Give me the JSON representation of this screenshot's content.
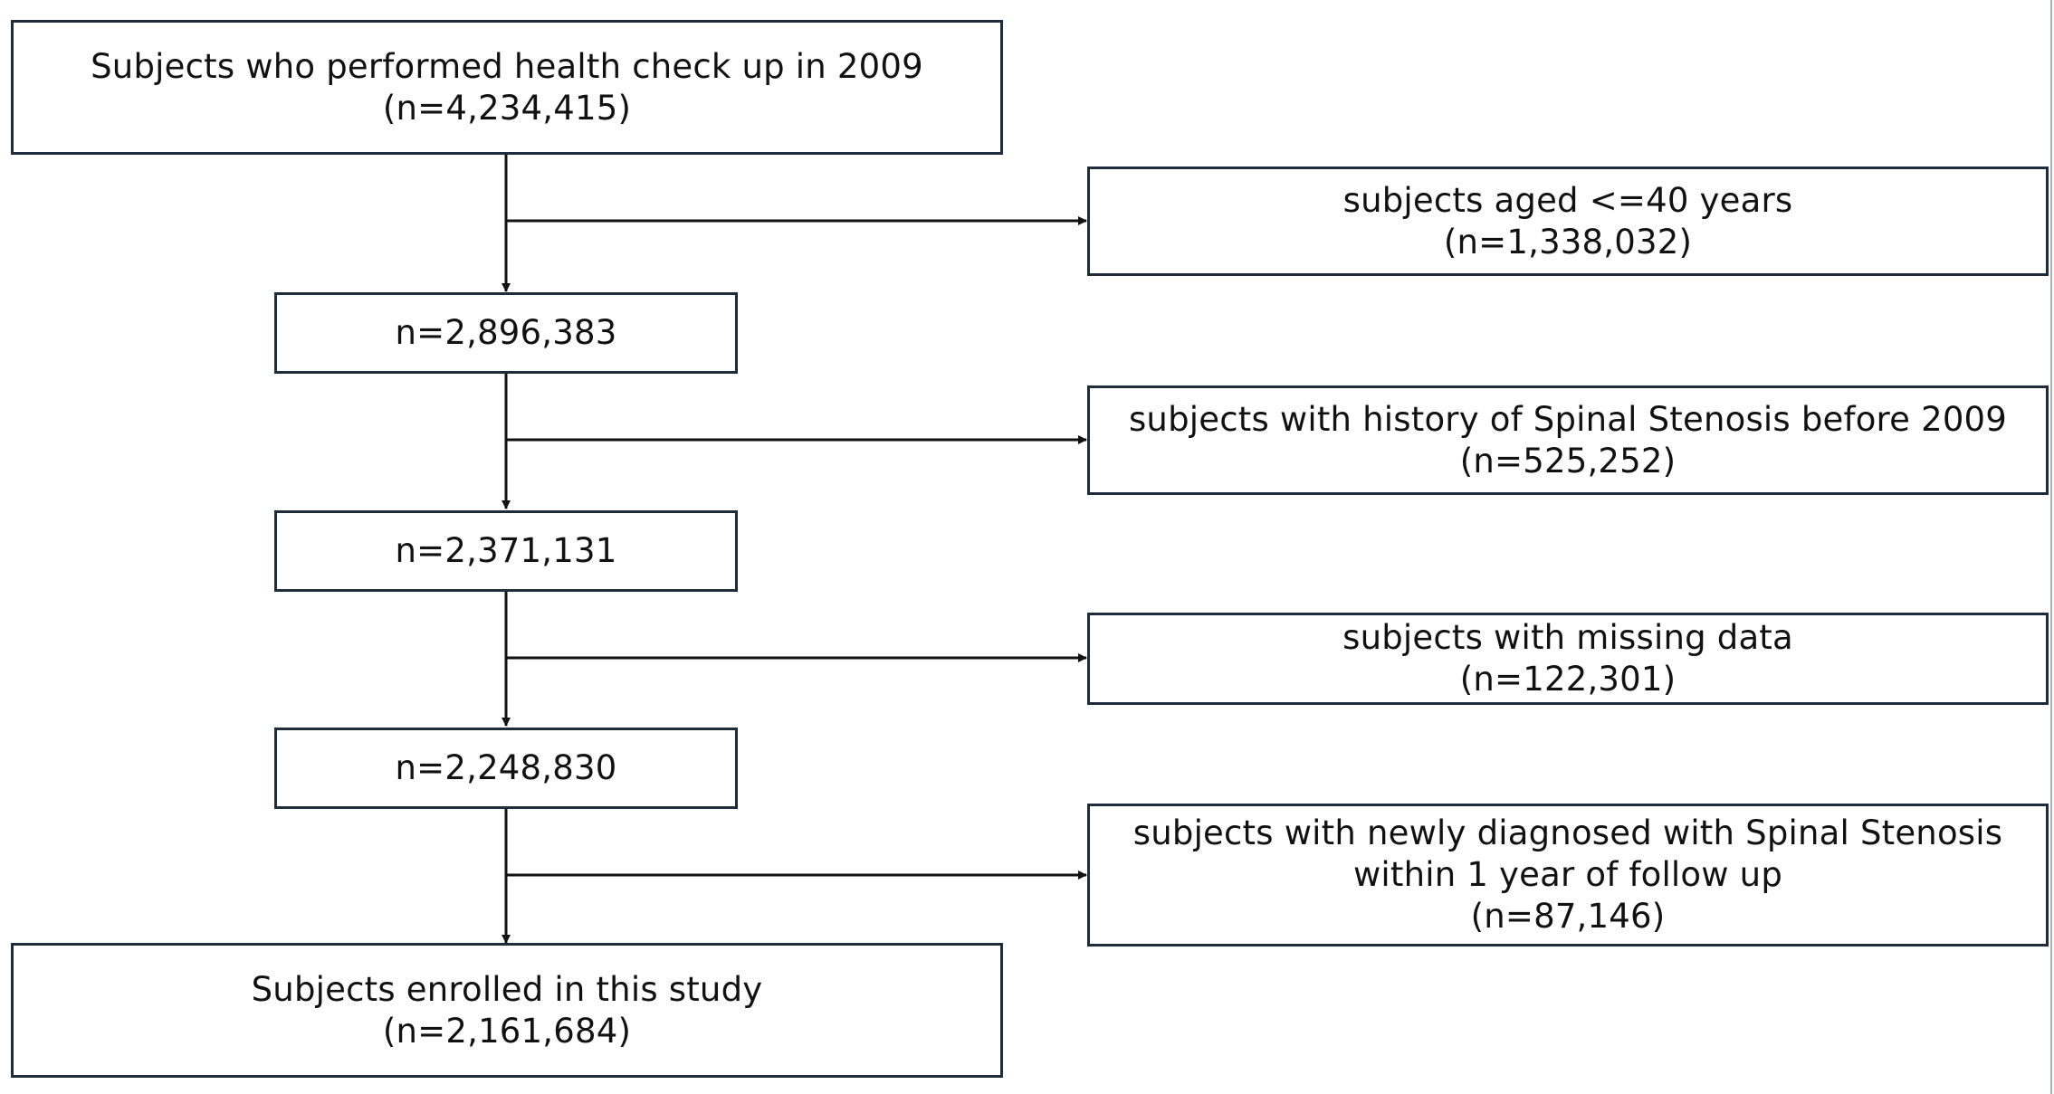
{
  "flowchart": {
    "start": {
      "line1": "Subjects who performed health check up in 2009",
      "line2": "(n=4,234,415)"
    },
    "steps": [
      {
        "remaining": "n=2,896,383",
        "excluded_line1": "subjects aged <=40 years",
        "excluded_line2": "(n=1,338,032)"
      },
      {
        "remaining": "n=2,371,131",
        "excluded_line1": "subjects with history of Spinal Stenosis before 2009",
        "excluded_line2": "(n=525,252)"
      },
      {
        "remaining": "n=2,248,830",
        "excluded_line1": "subjects with missing data",
        "excluded_line2": "(n=122,301)"
      }
    ],
    "last_exclusion": {
      "line1": "subjects with newly diagnosed with Spinal Stenosis",
      "line2": "within 1 year of follow up",
      "line3": "(n=87,146)"
    },
    "final": {
      "line1": "Subjects enrolled in this study",
      "line2": "(n=2,161,684)"
    }
  },
  "colors": {
    "box_border": "#1f2d3a",
    "arrow": "#111111",
    "background": "#ffffff"
  }
}
